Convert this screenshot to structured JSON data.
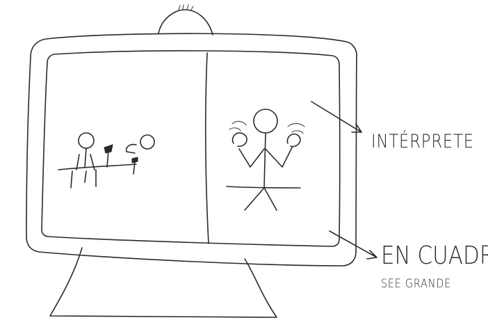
{
  "labels": {
    "interpreter": "INTÉRPRETE",
    "framing": "EN CUADRE",
    "framing_sub": "SEE GRANDE"
  }
}
